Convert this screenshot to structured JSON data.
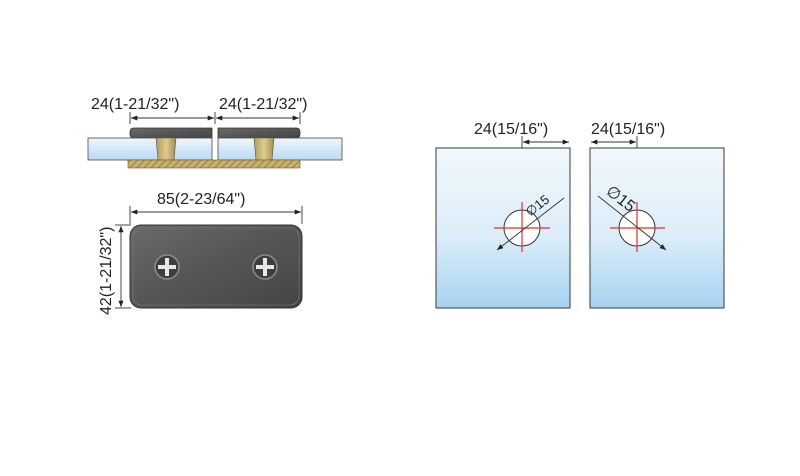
{
  "side_view": {
    "dim_left": "24(1-21/32\")",
    "dim_right": "24(1-21/32\")"
  },
  "front_view": {
    "dim_width": "85(2-23/64\")",
    "dim_height": "42(1-21/32\")"
  },
  "glass_left": {
    "dim_offset": "24(15/16\")",
    "hole_diameter": "∅15"
  },
  "glass_right": {
    "dim_offset": "24(15/16\")",
    "hole_diameter": "∅15"
  },
  "colors": {
    "glass_top": "#eaf3fb",
    "glass_bottom": "#a9d3f2",
    "plate": "#5a5a5a",
    "brass": "#c8b57a",
    "centerline": "#e0302a"
  }
}
